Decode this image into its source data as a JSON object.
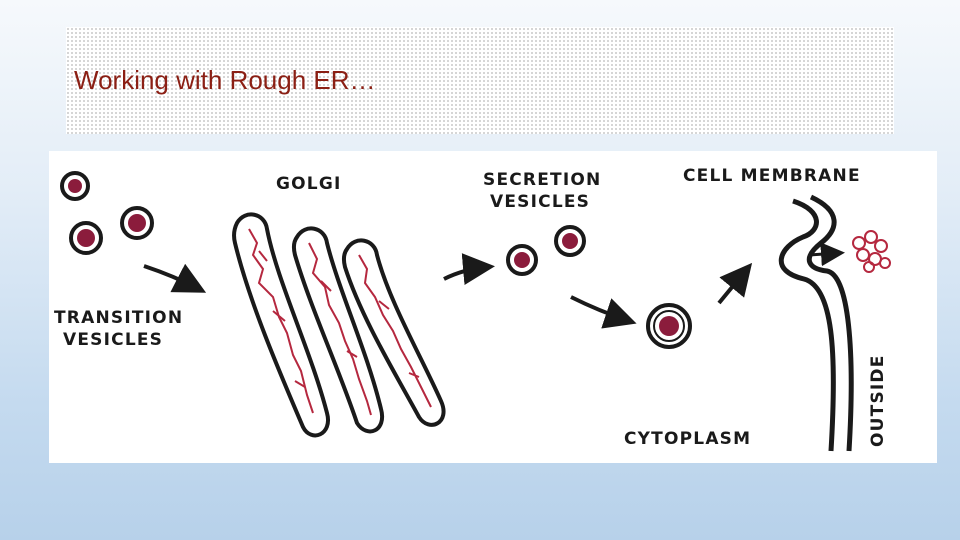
{
  "slide": {
    "title": "Working with Rough ER…"
  },
  "diagram": {
    "labels": {
      "golgi": "GOLGI",
      "secretion_1": "SECRETION",
      "secretion_2": "VESICLES",
      "cell_membrane": "CELL MEMBRANE",
      "transition_1": "TRANSITION",
      "transition_2": "VESICLES",
      "cytoplasm": "CYTOPLASM",
      "outside": "OUTSIDE"
    },
    "colors": {
      "outline": "#1a1a1a",
      "vesicle_fill": "#8b1c3c",
      "strand": "#b5283f"
    }
  }
}
